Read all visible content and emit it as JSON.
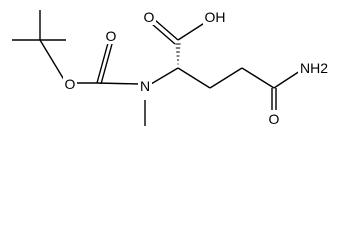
{
  "structure": {
    "atoms": {
      "o_ester": "O",
      "o_carbamate": "O",
      "n_methyl": "N",
      "o_acid": "O",
      "oh": "OH",
      "nh2": "NH2",
      "o_amide": "O"
    }
  }
}
